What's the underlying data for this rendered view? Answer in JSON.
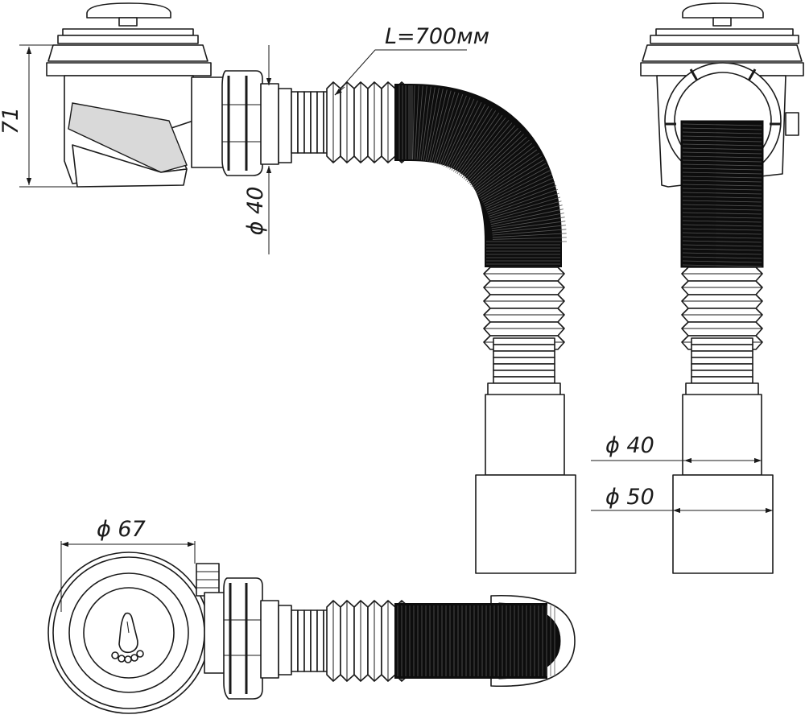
{
  "dimensions": {
    "hose_length": "L=700мм",
    "height": "71",
    "outlet_diameter": "ϕ 40",
    "pipe_diameter_small": "ϕ 40",
    "pipe_diameter_large": "ϕ 50",
    "body_diameter": "ϕ 67"
  },
  "icons": {
    "strainer_symbol": "foot-icon"
  },
  "colors": {
    "line": "#1a1a1a",
    "hose": "#0d0d0d",
    "background": "#ffffff"
  }
}
